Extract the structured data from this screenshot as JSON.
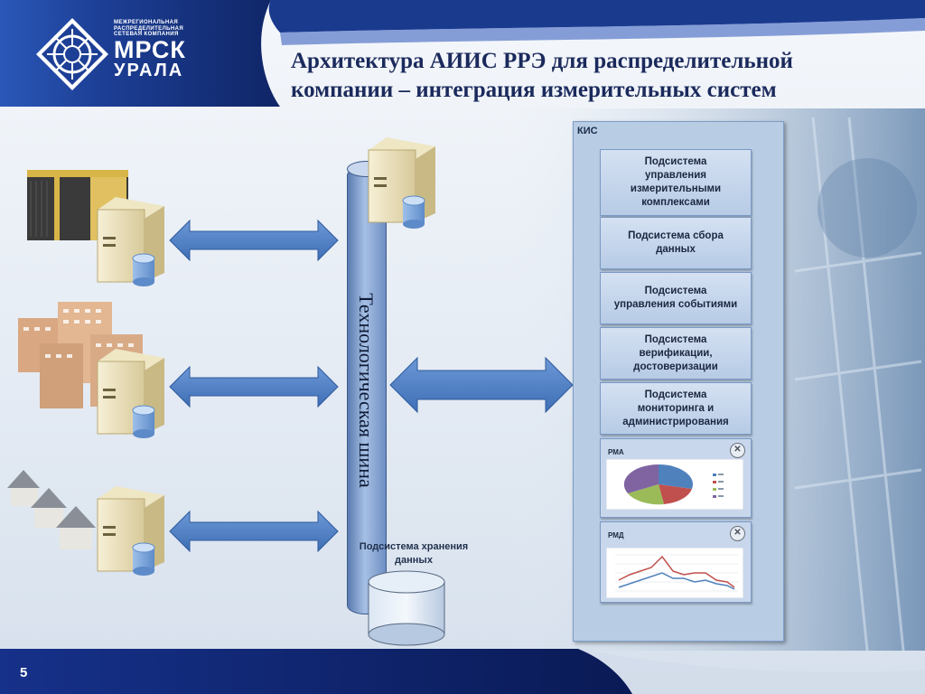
{
  "header": {
    "title_line1": "Архитектура АИИС РРЭ для распределительной",
    "title_line2": "компании – интеграция измерительных систем"
  },
  "logo": {
    "small_line1": "МЕЖРЕГИОНАЛЬНАЯ",
    "small_line2": "РАСПРЕДЕЛИТЕЛЬНАЯ",
    "small_line3": "СЕТЕВАЯ КОМПАНИЯ",
    "brand": "МРСК",
    "brand_sub": "УРАЛА"
  },
  "bus": {
    "label": "Технологическая шина",
    "storage_line1": "Подсистема хранения",
    "storage_line2": "данных"
  },
  "kis": {
    "title": "КИС",
    "subsystems": [
      {
        "line1": "Подсистема",
        "line2": "управления",
        "line3": "измерительными",
        "line4": "комплексами"
      },
      {
        "line1": "Подсистема сбора",
        "line2": "данных"
      },
      {
        "line1": "Подсистема",
        "line2": "управления событиями"
      },
      {
        "line1": "Подсистема",
        "line2": "верификации,",
        "line3": "достоверизации"
      },
      {
        "line1": "Подсистема",
        "line2": "мониторинга и",
        "line3": "администрирования"
      }
    ],
    "pma": {
      "label": "РМА",
      "close": "✕"
    },
    "pmd": {
      "label": "РМД",
      "close": "✕"
    }
  },
  "footer": {
    "page_number": "5"
  },
  "colors": {
    "header_blue": "#1f3f8f",
    "arrow_blue": "#4f7fc4",
    "kis_bg": "#b8cce4",
    "title_navy": "#1b2a5c"
  },
  "icons": [
    "server-icon",
    "database-icon",
    "substation-icon",
    "apartment-buildings-icon",
    "houses-icon",
    "close-icon"
  ]
}
